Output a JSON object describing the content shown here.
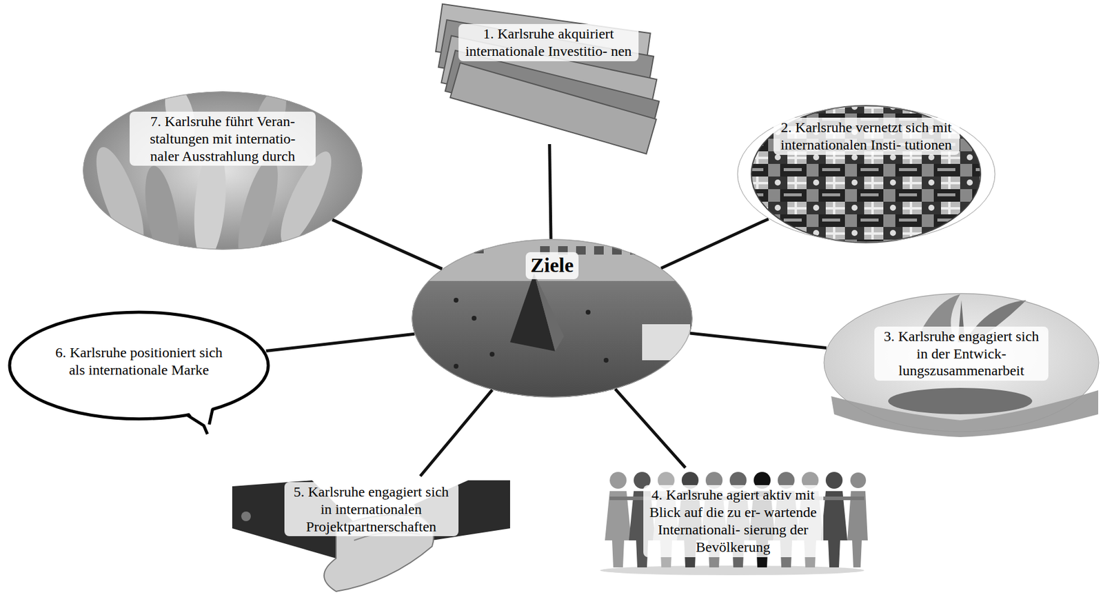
{
  "diagram": {
    "nodes": [
      {
        "text": [
          "1. Karlsruhe akquiriert internationale Investitio- nen"
        ]
      },
      {
        "text": [
          "7. Karlsruhe führt Veran- staltungen mit internatio- naler Ausstrahlung durch"
        ]
      },
      {
        "text": [
          "2. Karlsruhe vernetzt sich mit internationalen Insti- tutionen"
        ]
      },
      {
        "text": [
          "Ziele"
        ]
      },
      {
        "text": [
          "6. Karlsruhe positioniert sich als internationale Marke"
        ]
      },
      {
        "text": [
          "3. Karlsruhe engagiert sich in der Entwick- lungszusammenarbeit"
        ]
      },
      {
        "text": [
          "5. Karlsruhe engagiert sich in internationalen Projektpartnerschaften"
        ]
      },
      {
        "text": [
          "4. Karlsruhe agiert aktiv mit Blick auf die zu er- wartende Internationali- sierung der Bevölkerung"
        ]
      }
    ],
    "edges": [
      {
        "from": 3,
        "to": 0,
        "arrow": "none"
      },
      {
        "from": 3,
        "to": 1,
        "arrow": "none"
      },
      {
        "from": 3,
        "to": 2,
        "arrow": "none"
      },
      {
        "from": 3,
        "to": 4,
        "arrow": "none"
      },
      {
        "from": 3,
        "to": 5,
        "arrow": "none"
      },
      {
        "from": 3,
        "to": 6,
        "arrow": "none"
      },
      {
        "from": 3,
        "to": 7,
        "arrow": "none"
      }
    ]
  }
}
